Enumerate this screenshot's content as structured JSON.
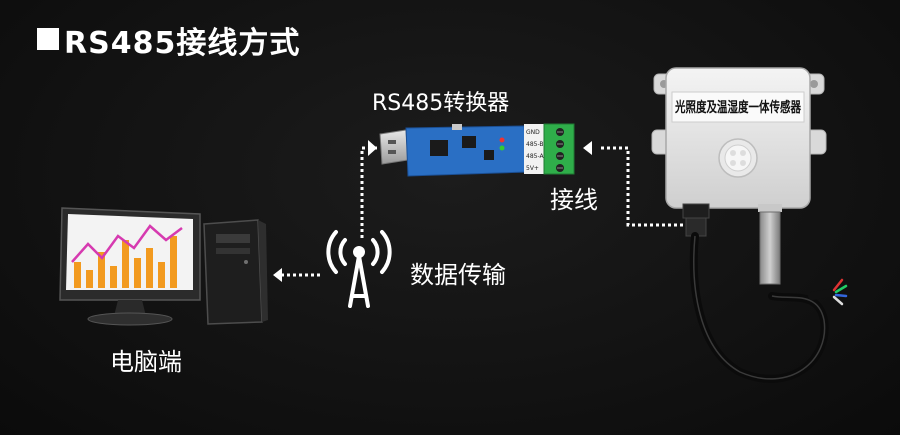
{
  "title": "RS485接线方式",
  "converter_label": "RS485转换器",
  "wiring_label": "接线",
  "transmission_label": "数据传输",
  "computer_label": "电脑端",
  "sensor_label": "光照度及温湿度一体传感器",
  "terminal_labels": [
    "GND",
    "485-B",
    "485-A",
    "5V+"
  ],
  "icons": [
    "computer-monitor-icon",
    "pc-tower-icon",
    "antenna-tower-icon",
    "usb-rs485-converter-icon",
    "sensor-device-icon"
  ],
  "colors": {
    "background": "#121212",
    "text": "#ffffff",
    "dotted_line": "#ffffff",
    "chart_orange": "#f29a1f",
    "chart_pink": "#d63ab0",
    "board_blue": "#2a6fc4",
    "terminal_green": "#2fae4a"
  }
}
